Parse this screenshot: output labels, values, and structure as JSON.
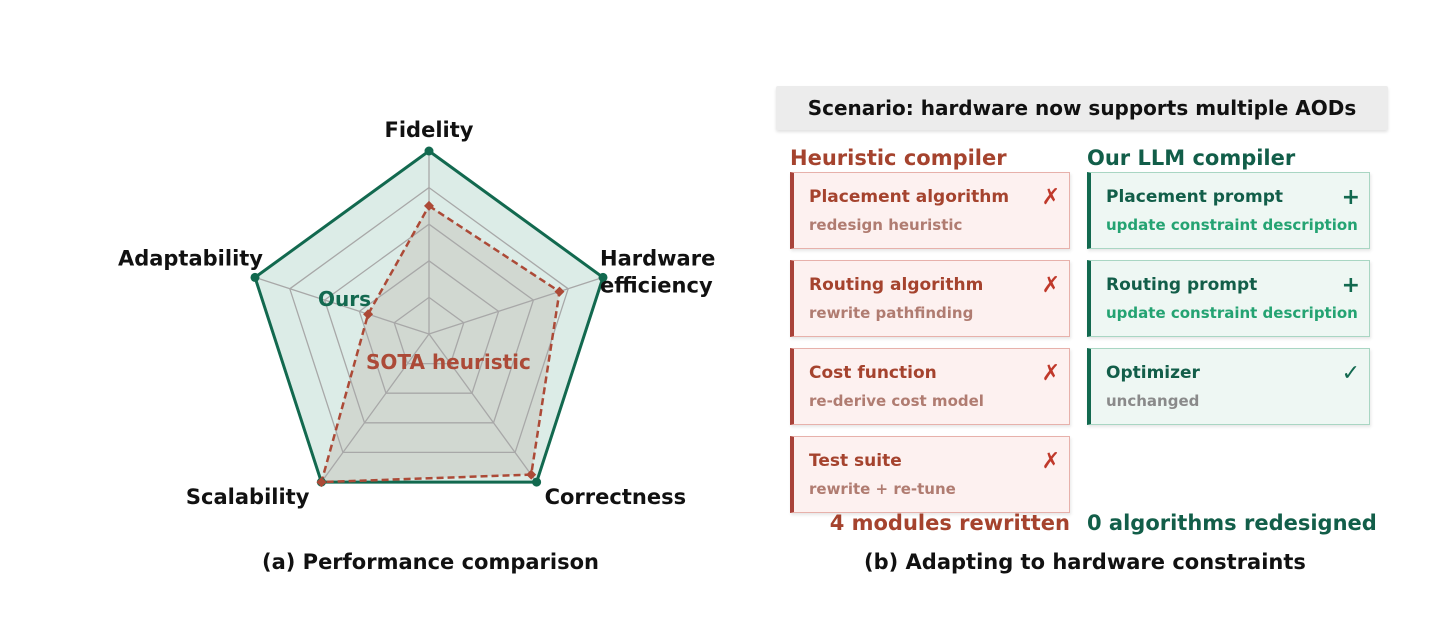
{
  "colors": {
    "ours": "#12694f",
    "ours_fill": "#dcece7",
    "heuristic": "#ac4a37",
    "heuristic_fill": "#c9c9c0",
    "grid": "#a8a8a8"
  },
  "chart_data": {
    "type": "radar",
    "axes": [
      "Fidelity",
      "Hardware efficiency",
      "Correctness",
      "Scalability",
      "Adaptability"
    ],
    "axis_label_lines": [
      [
        "Fidelity"
      ],
      [
        "Hardware",
        "efficiency"
      ],
      [
        "Correctness"
      ],
      [
        "Scalability"
      ],
      [
        "Adaptability"
      ]
    ],
    "range": [
      0,
      1
    ],
    "grid_levels": [
      0.2,
      0.4,
      0.6,
      0.8,
      1.0
    ],
    "series": [
      {
        "name": "Ours",
        "values": [
          1.0,
          1.0,
          1.0,
          1.0,
          1.0
        ],
        "line": "solid"
      },
      {
        "name": "SOTA heuristic",
        "values": [
          0.7,
          0.75,
          0.95,
          1.0,
          0.35
        ],
        "line": "dashed"
      }
    ]
  },
  "captions": {
    "left": "(a) Performance comparison",
    "right": "(b) Adapting to hardware constraints"
  },
  "scenario": "Scenario: hardware now supports multiple AODs",
  "heuristic": {
    "title": "Heuristic compiler",
    "cards": [
      {
        "title": "Placement algorithm",
        "subtitle": "redesign heuristic",
        "mark": "✗"
      },
      {
        "title": "Routing algorithm",
        "subtitle": "rewrite pathfinding",
        "mark": "✗"
      },
      {
        "title": "Cost function",
        "subtitle": "re-derive cost model",
        "mark": "✗"
      },
      {
        "title": "Test suite",
        "subtitle": "rewrite + re-tune",
        "mark": "✗"
      }
    ],
    "summary": "4 modules rewritten"
  },
  "llm": {
    "title": "Our LLM compiler",
    "cards": [
      {
        "title": "Placement prompt",
        "subtitle": "update constraint description",
        "mark": "+"
      },
      {
        "title": "Routing prompt",
        "subtitle": "update constraint description",
        "mark": "+"
      },
      {
        "title": "Optimizer",
        "subtitle": "unchanged",
        "mark": "✓"
      }
    ],
    "summary": "0 algorithms redesigned"
  }
}
